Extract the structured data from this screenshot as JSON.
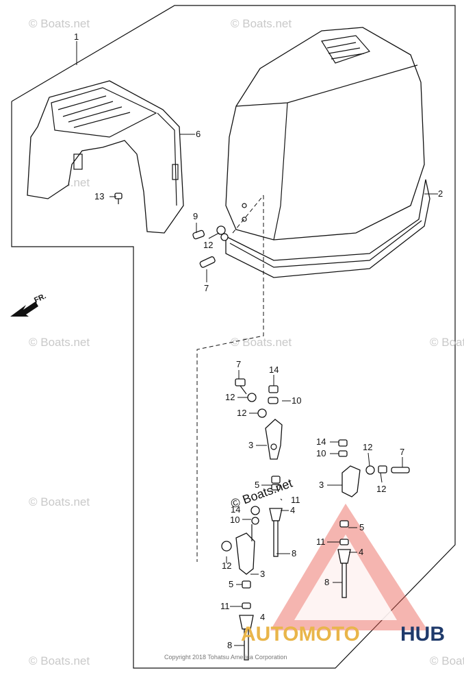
{
  "diagram": {
    "direction_label": "FR.",
    "copyright": "Copyright 2018 Tohatsu America Corporation",
    "watermark": "© Boats.net",
    "logo": {
      "part1": "AUTOMOTO",
      "part2": "HUB"
    },
    "callouts": {
      "c1": "1",
      "c2": "2",
      "c6": "6",
      "c13": "13",
      "c9": "9",
      "c12a": "12",
      "c7a": "7",
      "c7b": "7",
      "c14a": "14",
      "c12b": "12",
      "c10a": "10",
      "c12c": "12",
      "c3a": "3",
      "c14b": "14",
      "c10b": "10",
      "c12d": "12",
      "c7c": "7",
      "c3b": "3",
      "c12e": "12",
      "c5a": "5",
      "c11a": "11",
      "c14c": "14",
      "c4a": "4",
      "c10c": "10",
      "c8a": "8",
      "c12f": "12",
      "c3c": "3",
      "c5b": "5",
      "c11b": "11",
      "c4b": "4",
      "c8b": "8",
      "c5c": "5",
      "c11c": "11",
      "c4c": "4",
      "c8c": "8"
    }
  }
}
